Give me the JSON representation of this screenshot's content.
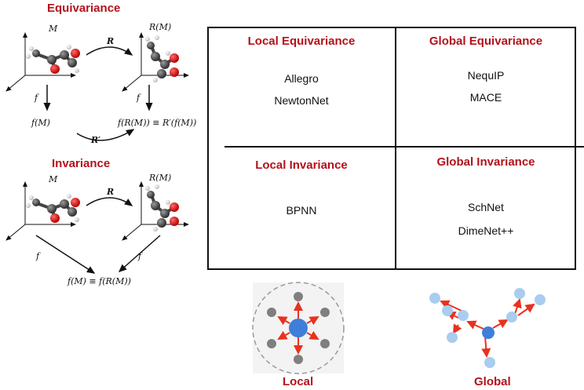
{
  "left_panel": {
    "equivariance": {
      "title": "Equivariance",
      "label_m": "M",
      "label_r": "R",
      "label_rm": "R(M)",
      "label_f1": "f",
      "label_f2": "f",
      "label_fm": "f(M)",
      "label_rprime": "R′",
      "label_equation": "f(R(M)) ≡ R′(f(M))"
    },
    "invariance": {
      "title": "Invariance",
      "label_m": "M",
      "label_r": "R",
      "label_rm": "R(M)",
      "label_f1": "f",
      "label_f2": "f",
      "label_equation": "f(M) ≡ f(R(M))"
    }
  },
  "grid": {
    "local_equivariance": {
      "title": "Local Equivariance",
      "models": [
        "Allegro",
        "NewtonNet"
      ]
    },
    "global_equivariance": {
      "title": "Global Equivariance",
      "models": [
        "NequIP",
        "MACE"
      ]
    },
    "local_invariance": {
      "title": "Local Invariance",
      "models": [
        "BPNN"
      ]
    },
    "global_invariance": {
      "title": "Global Invariance",
      "models": [
        "SchNet",
        "DimeNet++"
      ]
    }
  },
  "bottom": {
    "local_label": "Local",
    "global_label": "Global"
  },
  "colors": {
    "title_red": "#b3121b",
    "arrow_red": "#e8321f",
    "center_blue": "#3f7fd9",
    "light_blue": "#a9cdef",
    "atom_gray": "#7f7f7f"
  }
}
